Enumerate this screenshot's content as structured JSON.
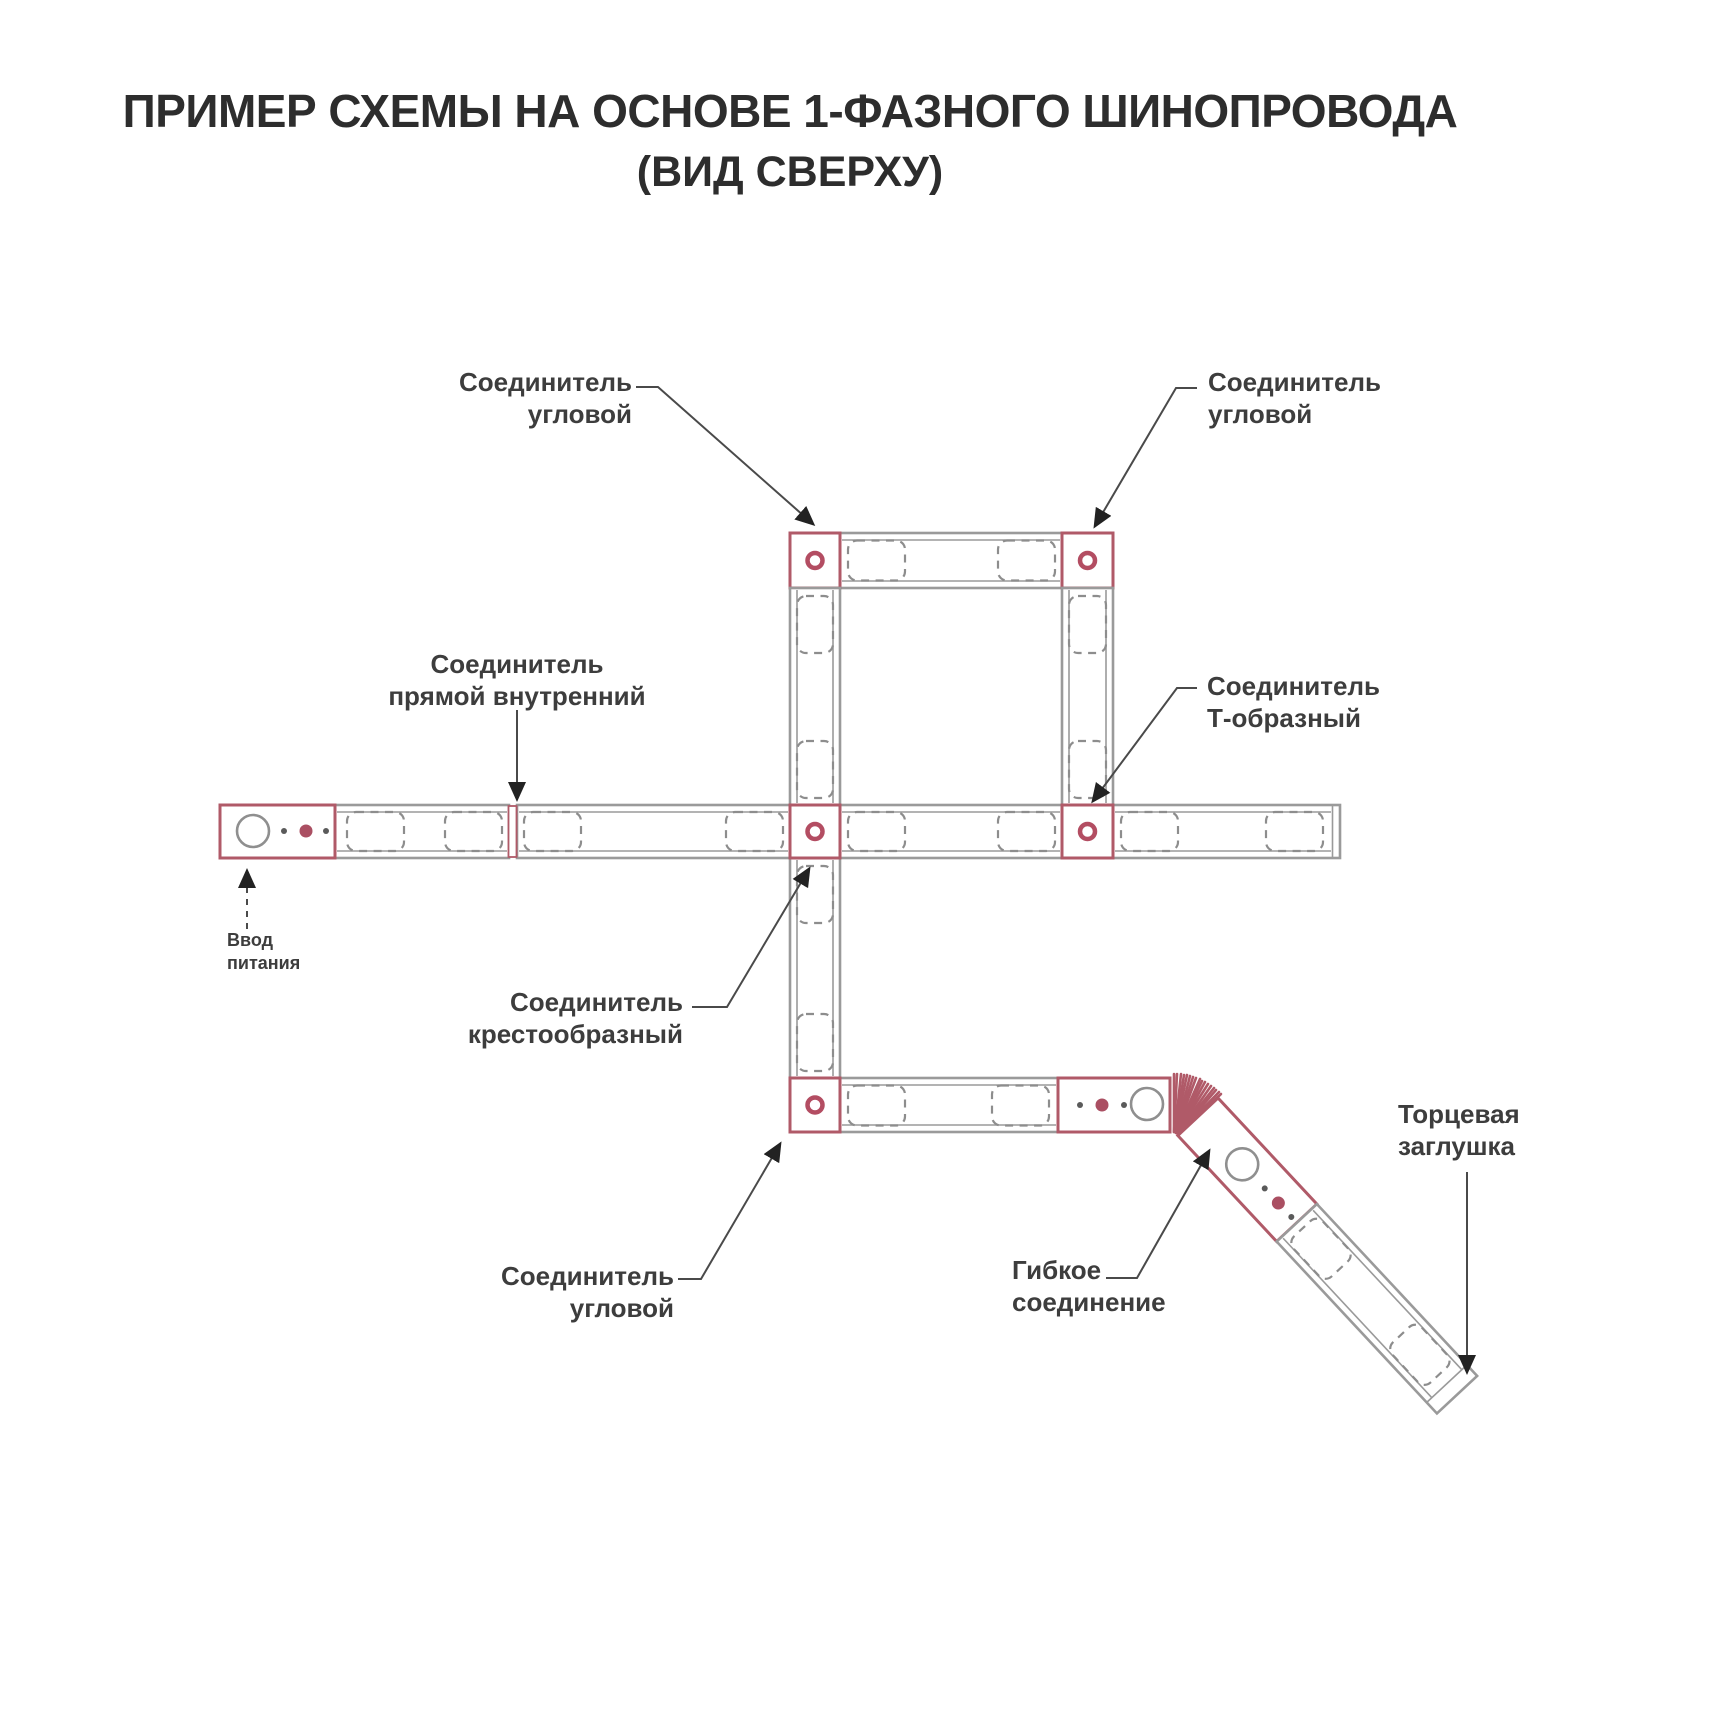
{
  "title": {
    "main": "ПРИМЕР СХЕМЫ НА ОСНОВЕ 1-ФАЗНОГО ШИНОПРОВОДА",
    "subtitle": "(ВИД СВЕРХУ)"
  },
  "labels": {
    "corner_top_left": "Соединитель\nугловой",
    "corner_top_right": "Соединитель\nугловой",
    "straight_internal": "Соединитель\nпрямой внутренний",
    "t_shaped": "Соединитель\nТ-образный",
    "power_input": "Ввод\nпитания",
    "cross_shaped": "Соединитель\nкрестообразный",
    "corner_bottom": "Соединитель\nугловой",
    "flexible": "Гибкое\nсоединение",
    "end_cap": "Торцевая\nзаглушка"
  },
  "colors": {
    "connector": "#b05a68",
    "ring": "#b34d62",
    "track": "#9a9a9a",
    "dash": "#8d8d8d",
    "leader": "#4a4a4a",
    "arrow": "#222222",
    "text": "#3d3d3d",
    "title": "#2d2d2d",
    "dot": "#aa4f62",
    "dot_dark": "#5a5a5a",
    "big_circle": "#8f8f8f"
  }
}
